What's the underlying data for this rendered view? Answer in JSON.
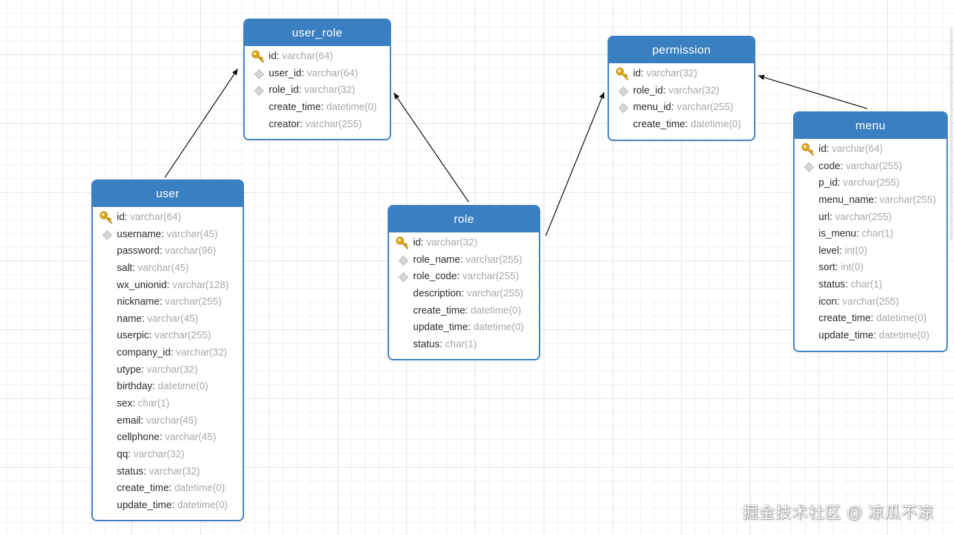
{
  "colors": {
    "header": "#3a7fc1",
    "border": "#3a7fc1",
    "field_name": "#2b2b2b",
    "field_type": "#a8a8a8",
    "key": "#e0a91c",
    "connector": "#111111"
  },
  "watermark": "掘金技术社区 @ 凉瓜不凉",
  "tables": [
    {
      "name": "user_role",
      "fields": [
        {
          "name": "id",
          "type": "varchar(64)",
          "marker": "key"
        },
        {
          "name": "user_id",
          "type": "varchar(64)",
          "marker": "index"
        },
        {
          "name": "role_id",
          "type": "varchar(32)",
          "marker": "index"
        },
        {
          "name": "create_time",
          "type": "datetime(0)",
          "marker": "none"
        },
        {
          "name": "creator",
          "type": "varchar(255)",
          "marker": "none"
        }
      ]
    },
    {
      "name": "permission",
      "fields": [
        {
          "name": "id",
          "type": "varchar(32)",
          "marker": "key"
        },
        {
          "name": "role_id",
          "type": "varchar(32)",
          "marker": "index"
        },
        {
          "name": "menu_id",
          "type": "varchar(255)",
          "marker": "index"
        },
        {
          "name": "create_time",
          "type": "datetime(0)",
          "marker": "none"
        }
      ]
    },
    {
      "name": "user",
      "fields": [
        {
          "name": "id",
          "type": "varchar(64)",
          "marker": "key"
        },
        {
          "name": "username",
          "type": "varchar(45)",
          "marker": "index"
        },
        {
          "name": "password",
          "type": "varchar(96)",
          "marker": "none"
        },
        {
          "name": "salt",
          "type": "varchar(45)",
          "marker": "none"
        },
        {
          "name": "wx_unionid",
          "type": "varchar(128)",
          "marker": "none"
        },
        {
          "name": "nickname",
          "type": "varchar(255)",
          "marker": "none"
        },
        {
          "name": "name",
          "type": "varchar(45)",
          "marker": "none"
        },
        {
          "name": "userpic",
          "type": "varchar(255)",
          "marker": "none"
        },
        {
          "name": "company_id",
          "type": "varchar(32)",
          "marker": "none"
        },
        {
          "name": "utype",
          "type": "varchar(32)",
          "marker": "none"
        },
        {
          "name": "birthday",
          "type": "datetime(0)",
          "marker": "none"
        },
        {
          "name": "sex",
          "type": "char(1)",
          "marker": "none"
        },
        {
          "name": "email",
          "type": "varchar(45)",
          "marker": "none"
        },
        {
          "name": "cellphone",
          "type": "varchar(45)",
          "marker": "none"
        },
        {
          "name": "qq",
          "type": "varchar(32)",
          "marker": "none"
        },
        {
          "name": "status",
          "type": "varchar(32)",
          "marker": "none"
        },
        {
          "name": "create_time",
          "type": "datetime(0)",
          "marker": "none"
        },
        {
          "name": "update_time",
          "type": "datetime(0)",
          "marker": "none"
        }
      ]
    },
    {
      "name": "role",
      "fields": [
        {
          "name": "id",
          "type": "varchar(32)",
          "marker": "key"
        },
        {
          "name": "role_name",
          "type": "varchar(255)",
          "marker": "index"
        },
        {
          "name": "role_code",
          "type": "varchar(255)",
          "marker": "index"
        },
        {
          "name": "description",
          "type": "varchar(255)",
          "marker": "none"
        },
        {
          "name": "create_time",
          "type": "datetime(0)",
          "marker": "none"
        },
        {
          "name": "update_time",
          "type": "datetime(0)",
          "marker": "none"
        },
        {
          "name": "status",
          "type": "char(1)",
          "marker": "none"
        }
      ]
    },
    {
      "name": "menu",
      "fields": [
        {
          "name": "id",
          "type": "varchar(64)",
          "marker": "key"
        },
        {
          "name": "code",
          "type": "varchar(255)",
          "marker": "index"
        },
        {
          "name": "p_id",
          "type": "varchar(255)",
          "marker": "none"
        },
        {
          "name": "menu_name",
          "type": "varchar(255)",
          "marker": "none"
        },
        {
          "name": "url",
          "type": "varchar(255)",
          "marker": "none"
        },
        {
          "name": "is_menu",
          "type": "char(1)",
          "marker": "none"
        },
        {
          "name": "level",
          "type": "int(0)",
          "marker": "none"
        },
        {
          "name": "sort",
          "type": "int(0)",
          "marker": "none"
        },
        {
          "name": "status",
          "type": "char(1)",
          "marker": "none"
        },
        {
          "name": "icon",
          "type": "varchar(255)",
          "marker": "none"
        },
        {
          "name": "create_time",
          "type": "datetime(0)",
          "marker": "none"
        },
        {
          "name": "update_time",
          "type": "datetime(0)",
          "marker": "none"
        }
      ]
    }
  ],
  "relations": [
    {
      "from": "user",
      "to": "user_role"
    },
    {
      "from": "role",
      "to": "user_role"
    },
    {
      "from": "role",
      "to": "permission"
    },
    {
      "from": "menu",
      "to": "permission"
    }
  ]
}
